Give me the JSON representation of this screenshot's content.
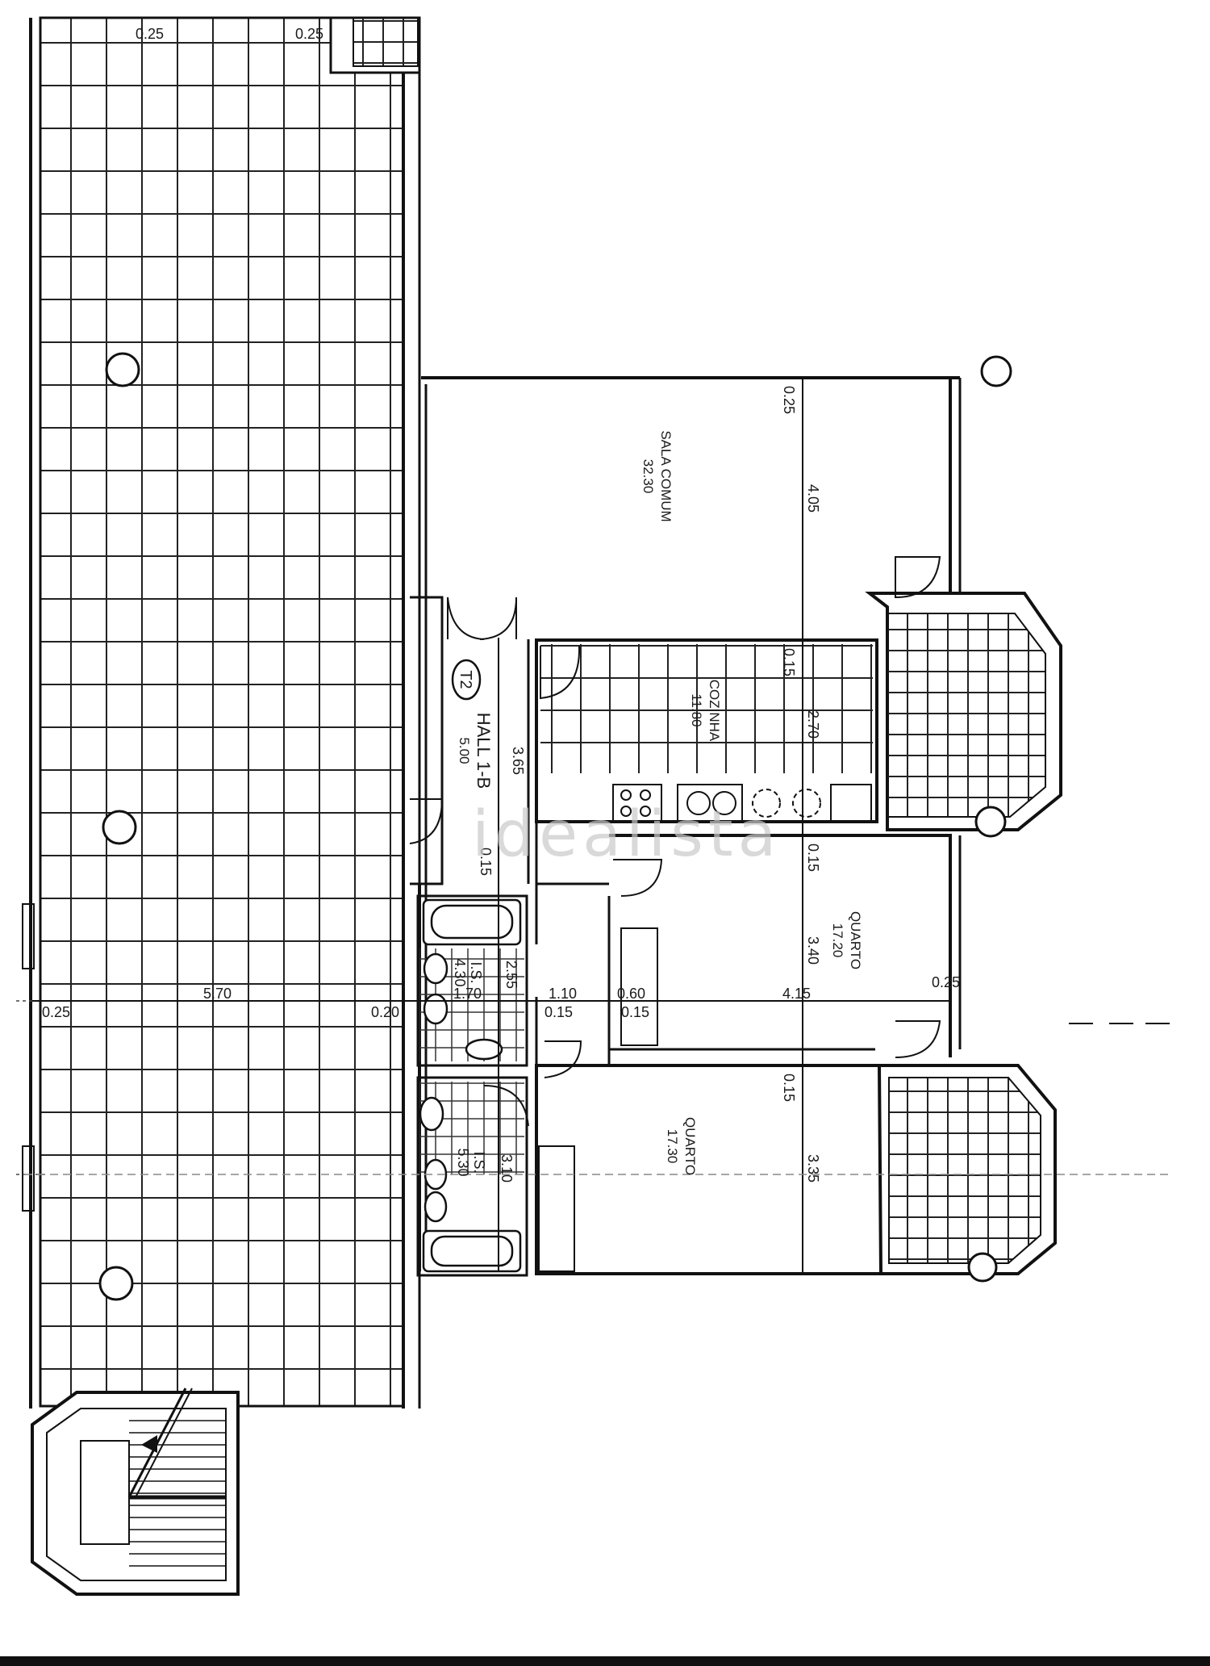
{
  "watermark": "idealista",
  "plan_code": "T2",
  "rooms": {
    "sala": {
      "name": "SALA COMUM",
      "area": "32.30"
    },
    "cozinha": {
      "name": "COZINHA",
      "area": "11.80"
    },
    "hall": {
      "name": "HALL 1-B",
      "area": "5.00"
    },
    "quarto_1": {
      "name": "QUARTO",
      "area": "17.20"
    },
    "quarto_2": {
      "name": "QUARTO",
      "area": "17.30"
    },
    "is_1": {
      "name": "I.S.",
      "area": "4.30"
    },
    "is_2": {
      "name": "I.S.",
      "area": "5.30"
    }
  },
  "dimensions": {
    "terrace_top_left": "0.25",
    "terrace_top_right": "0.25",
    "terrace_width": "5.70",
    "terrace_left_wall": "0.25",
    "terrace_right_wall": "0.20",
    "sala_wall": "0.25",
    "sala_depth": "4.05",
    "cozinha_wall": "0.15",
    "cozinha_depth": "2.70",
    "hall_length": "3.65",
    "hall_wall": "0.15",
    "quarto1_wall": "0.15",
    "quarto1_depth": "3.40",
    "quarto2_wall": "0.15",
    "quarto2_depth": "3.35",
    "is1_depth": "2.55",
    "is2_depth": "3.10",
    "is_width": "1.70",
    "corridor_width": "1.10",
    "corridor_wall_left": "0.15",
    "closet_depth": "0.60",
    "closet_wall": "0.15",
    "quarto_width": "4.15",
    "exterior_wall": "0.25"
  }
}
